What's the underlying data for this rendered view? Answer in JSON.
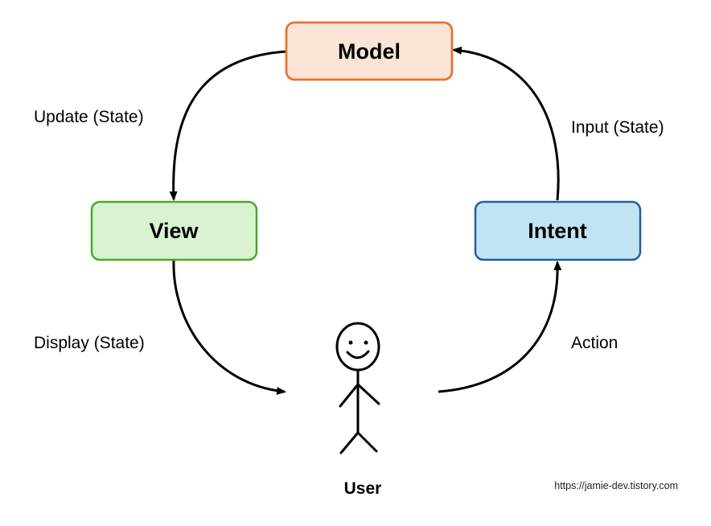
{
  "nodes": {
    "model": {
      "label": "Model",
      "fill": "#fce4d6",
      "stroke": "#e97132"
    },
    "view": {
      "label": "View",
      "fill": "#d9f2d0",
      "stroke": "#4ea72e"
    },
    "intent": {
      "label": "Intent",
      "fill": "#c1e4f5",
      "stroke": "#215f9a"
    }
  },
  "user": {
    "label": "User"
  },
  "edges": {
    "update": "Update (State)",
    "input": "Input (State)",
    "display": "Display (State)",
    "action": "Action"
  },
  "credit": "https://jamie-dev.tistory.com"
}
